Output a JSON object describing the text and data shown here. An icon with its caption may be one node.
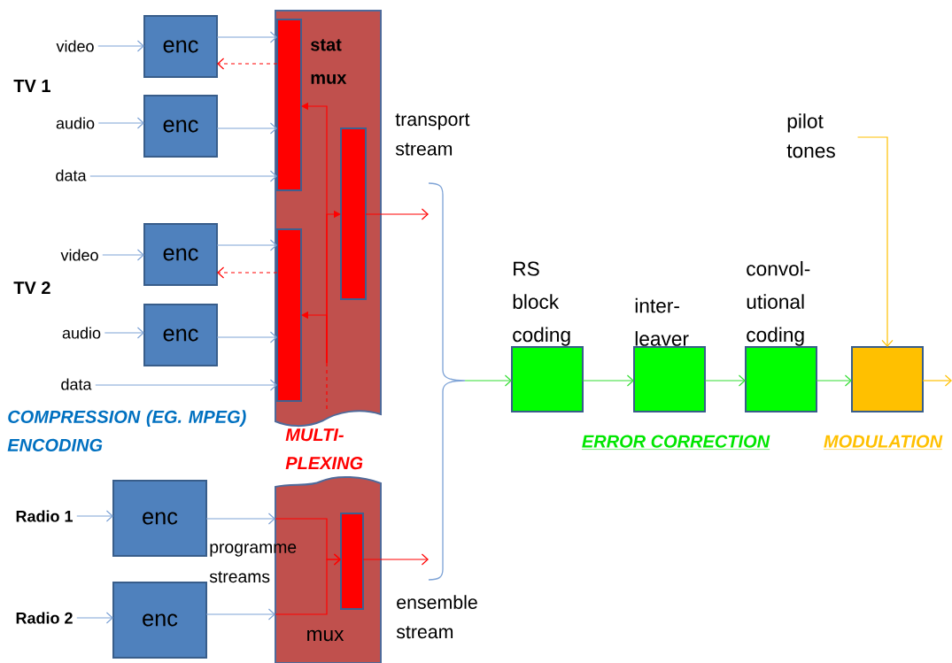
{
  "diagram": {
    "nodes": [
      {
        "text": [
          "video"
        ]
      },
      {
        "text": [
          "enc"
        ]
      },
      {
        "text": [
          "audio"
        ]
      },
      {
        "text": [
          "enc"
        ]
      },
      {
        "text": [
          "data"
        ]
      },
      {
        "text": [
          "video"
        ]
      },
      {
        "text": [
          "enc"
        ]
      },
      {
        "text": [
          "audio"
        ]
      },
      {
        "text": [
          "enc"
        ]
      },
      {
        "text": [
          "data"
        ]
      },
      {
        "text": [
          "Radio 1"
        ]
      },
      {
        "text": [
          "enc"
        ]
      },
      {
        "text": [
          "Radio 2"
        ]
      },
      {
        "text": [
          "enc"
        ]
      },
      {
        "text": [
          "stat mux"
        ]
      },
      {
        "text": [],
        "shape": "bar",
        "in": 14
      },
      {
        "text": [],
        "shape": "bar",
        "in": 14
      },
      {
        "text": [],
        "shape": "bar",
        "in": 14
      },
      {
        "text": [
          "mux"
        ]
      },
      {
        "text": [],
        "shape": "bar",
        "in": 18
      },
      {
        "text": [
          "RS block coding"
        ]
      },
      {
        "text": [
          "inter- leaver"
        ]
      },
      {
        "text": [
          "convol- utional coding"
        ]
      },
      {
        "text": [],
        "shape": "box"
      },
      {
        "text": [
          "pilot tones"
        ]
      },
      {
        "text": [],
        "shape": "brace"
      }
    ],
    "edges": [
      {
        "from": 0,
        "to": 1,
        "arrow": "to"
      },
      {
        "from": 1,
        "to": 15,
        "arrow": "to"
      },
      {
        "from": 15,
        "to": 1,
        "arrow": "to",
        "style": "dashed",
        "color": "#ff0000"
      },
      {
        "from": 2,
        "to": 3,
        "arrow": "to"
      },
      {
        "from": 3,
        "to": 15,
        "arrow": "to"
      },
      {
        "from": 4,
        "to": 15,
        "arrow": "to"
      },
      {
        "from": 5,
        "to": 6,
        "arrow": "to"
      },
      {
        "from": 6,
        "to": 16,
        "arrow": "to"
      },
      {
        "from": 16,
        "to": 6,
        "arrow": "to",
        "style": "dashed",
        "color": "#ff0000"
      },
      {
        "from": 7,
        "to": 8,
        "arrow": "to"
      },
      {
        "from": 8,
        "to": 16,
        "arrow": "to"
      },
      {
        "from": 9,
        "to": 16,
        "arrow": "to"
      },
      {
        "from": null,
        "to": 15,
        "arrow": "to",
        "color": "#ff0000"
      },
      {
        "from": null,
        "to": 17,
        "arrow": "to",
        "color": "#ff0000"
      },
      {
        "from": null,
        "to": 16,
        "arrow": "to",
        "color": "#ff0000"
      },
      {
        "from": 17,
        "to": 25,
        "arrow": "to",
        "color": "#ff0000"
      },
      {
        "from": 10,
        "to": 11,
        "arrow": "to"
      },
      {
        "from": 11,
        "to": 18,
        "arrow": "to"
      },
      {
        "from": 12,
        "to": 13,
        "arrow": "to"
      },
      {
        "from": 13,
        "to": 18,
        "arrow": "to"
      },
      {
        "from": 18,
        "to": 19,
        "arrow": "to",
        "color": "#ff0000"
      },
      {
        "from": 18,
        "to": 19,
        "arrow": "to",
        "color": "#ff0000"
      },
      {
        "from": 19,
        "to": 25,
        "arrow": "to",
        "color": "#ff0000"
      },
      {
        "from": 25,
        "to": 20,
        "arrow": "to",
        "color": "#33dd33"
      },
      {
        "from": 20,
        "to": 21,
        "arrow": "to",
        "color": "#33dd33"
      },
      {
        "from": 21,
        "to": 22,
        "arrow": "to",
        "color": "#33dd33"
      },
      {
        "from": 22,
        "to": 23,
        "arrow": "to",
        "color": "#33dd33"
      },
      {
        "from": 24,
        "to": 23,
        "arrow": "to",
        "color": "#ffc000"
      },
      {
        "from": 23,
        "to": null,
        "arrow": "to",
        "color": "#ffc000"
      }
    ],
    "labels": [
      "TV 1",
      "transport stream",
      "TV 2",
      "COMPRESSION (EG. MPEG) ENCODING",
      "MULTI- PLEXING",
      "ERROR CORRECTION",
      "MODULATION",
      "programme streams",
      "ensemble stream"
    ]
  }
}
